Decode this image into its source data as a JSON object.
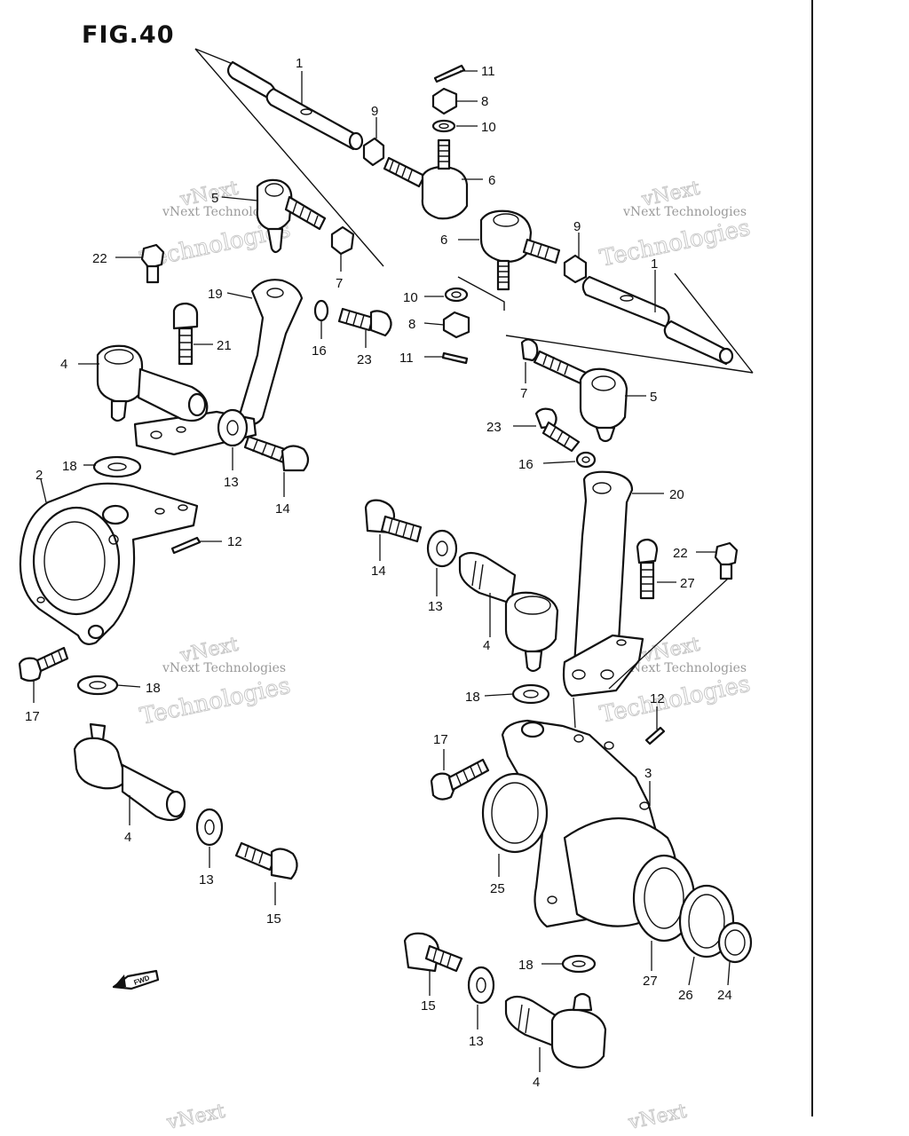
{
  "figure": {
    "title": "FIG.40"
  },
  "watermark": {
    "brand": "vNext",
    "company": "vNext Technologies",
    "word": "Technologies"
  },
  "fwd_label": "FWD",
  "part_labels": [
    {
      "id": "l1a",
      "text": "1"
    },
    {
      "id": "l11a",
      "text": "11"
    },
    {
      "id": "l8a",
      "text": "8"
    },
    {
      "id": "l9a",
      "text": "9"
    },
    {
      "id": "l10a",
      "text": "10"
    },
    {
      "id": "l6a",
      "text": "6"
    },
    {
      "id": "l5a",
      "text": "5"
    },
    {
      "id": "l7a",
      "text": "7"
    },
    {
      "id": "l22a",
      "text": "22"
    },
    {
      "id": "l19",
      "text": "19"
    },
    {
      "id": "l4a",
      "text": "4"
    },
    {
      "id": "l21",
      "text": "21"
    },
    {
      "id": "l16a",
      "text": "16"
    },
    {
      "id": "l23a",
      "text": "23"
    },
    {
      "id": "l18a",
      "text": "18"
    },
    {
      "id": "l13a",
      "text": "13"
    },
    {
      "id": "l14a",
      "text": "14"
    },
    {
      "id": "l2",
      "text": "2"
    },
    {
      "id": "l12a",
      "text": "12"
    },
    {
      "id": "l17a",
      "text": "17"
    },
    {
      "id": "l18b",
      "text": "18"
    },
    {
      "id": "l4b",
      "text": "4"
    },
    {
      "id": "l13b",
      "text": "13"
    },
    {
      "id": "l15a",
      "text": "15"
    },
    {
      "id": "l6b",
      "text": "6"
    },
    {
      "id": "l9b",
      "text": "9"
    },
    {
      "id": "l1b",
      "text": "1"
    },
    {
      "id": "l10b",
      "text": "10"
    },
    {
      "id": "l8b",
      "text": "8"
    },
    {
      "id": "l11b",
      "text": "11"
    },
    {
      "id": "l7b",
      "text": "7"
    },
    {
      "id": "l5b",
      "text": "5"
    },
    {
      "id": "l23b",
      "text": "23"
    },
    {
      "id": "l16b",
      "text": "16"
    },
    {
      "id": "l20",
      "text": "20"
    },
    {
      "id": "l14b",
      "text": "14"
    },
    {
      "id": "l13c",
      "text": "13"
    },
    {
      "id": "l4c",
      "text": "4"
    },
    {
      "id": "l22b",
      "text": "22"
    },
    {
      "id": "l27a",
      "text": "27"
    },
    {
      "id": "l18c",
      "text": "18"
    },
    {
      "id": "l12b",
      "text": "12"
    },
    {
      "id": "l17b",
      "text": "17"
    },
    {
      "id": "l3",
      "text": "3"
    },
    {
      "id": "l25",
      "text": "25"
    },
    {
      "id": "l18d",
      "text": "18"
    },
    {
      "id": "l27b",
      "text": "27"
    },
    {
      "id": "l26",
      "text": "26"
    },
    {
      "id": "l24",
      "text": "24"
    },
    {
      "id": "l15b",
      "text": "15"
    },
    {
      "id": "l13d",
      "text": "13"
    },
    {
      "id": "l4d",
      "text": "4"
    }
  ]
}
